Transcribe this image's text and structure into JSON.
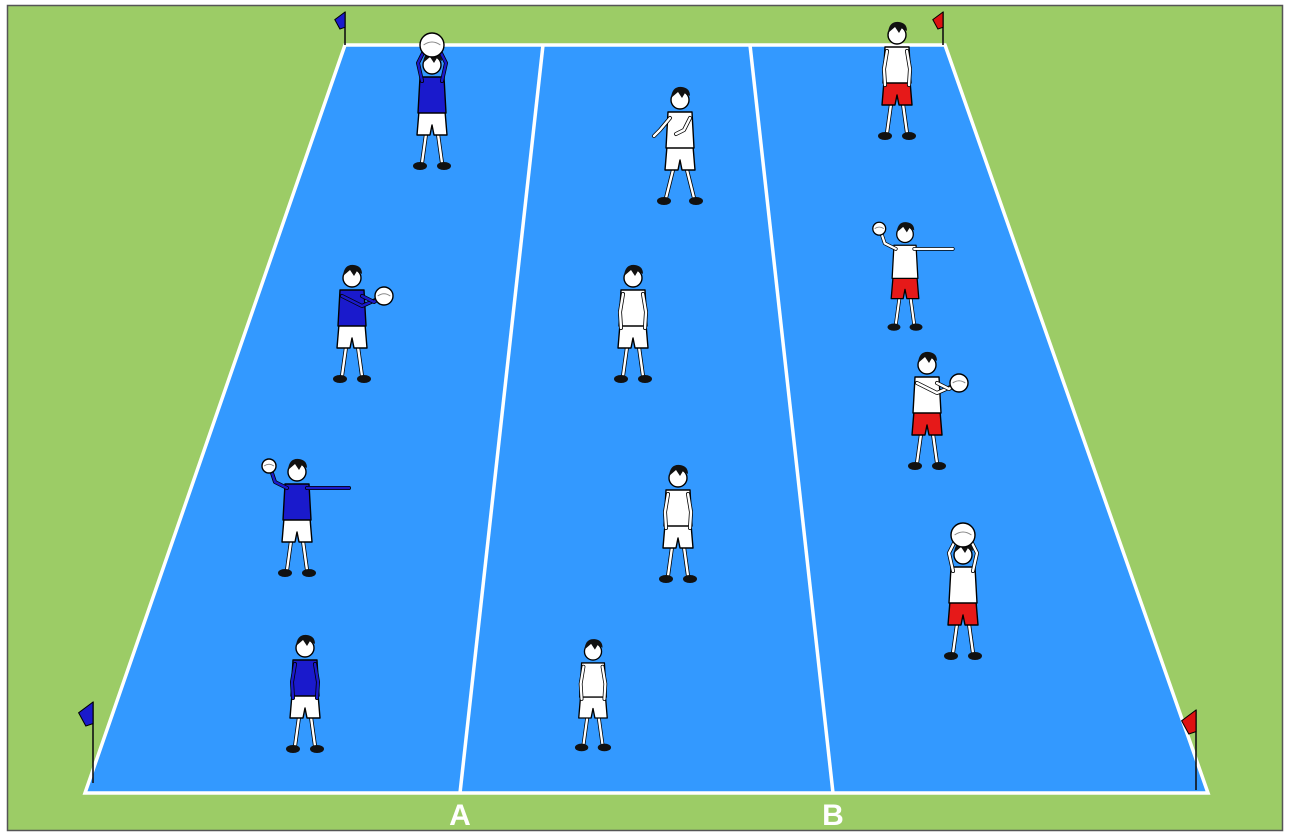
{
  "colors": {
    "grass": "#9ccc66",
    "court": "#3399ff",
    "lines": "#ffffff",
    "border": "#555555",
    "team_blue": "#1a1acc",
    "team_red": "#e61919",
    "neutral_shirt": "#ffffff",
    "skin": "#ffffff",
    "hair": "#111111",
    "ball": "#ffffff",
    "flag_blue": "#1a1acc",
    "flag_red": "#dd1111"
  },
  "court": {
    "zones": [
      "A",
      "B"
    ]
  },
  "flags": [
    {
      "team": "blue"
    },
    {
      "team": "red"
    },
    {
      "team": "blue"
    },
    {
      "team": "red"
    }
  ],
  "players": [
    {
      "team": "blue",
      "pose": "overhead-ball"
    },
    {
      "team": "blue",
      "pose": "holding-ball"
    },
    {
      "team": "blue",
      "pose": "throwing-pointing"
    },
    {
      "team": "blue",
      "pose": "standing"
    },
    {
      "team": "neutral",
      "pose": "ready"
    },
    {
      "team": "neutral",
      "pose": "standing"
    },
    {
      "team": "neutral",
      "pose": "standing"
    },
    {
      "team": "neutral",
      "pose": "walking"
    },
    {
      "team": "red",
      "pose": "standing"
    },
    {
      "team": "red",
      "pose": "throwing-pointing"
    },
    {
      "team": "red",
      "pose": "holding-ball"
    },
    {
      "team": "red",
      "pose": "overhead-ball"
    }
  ]
}
